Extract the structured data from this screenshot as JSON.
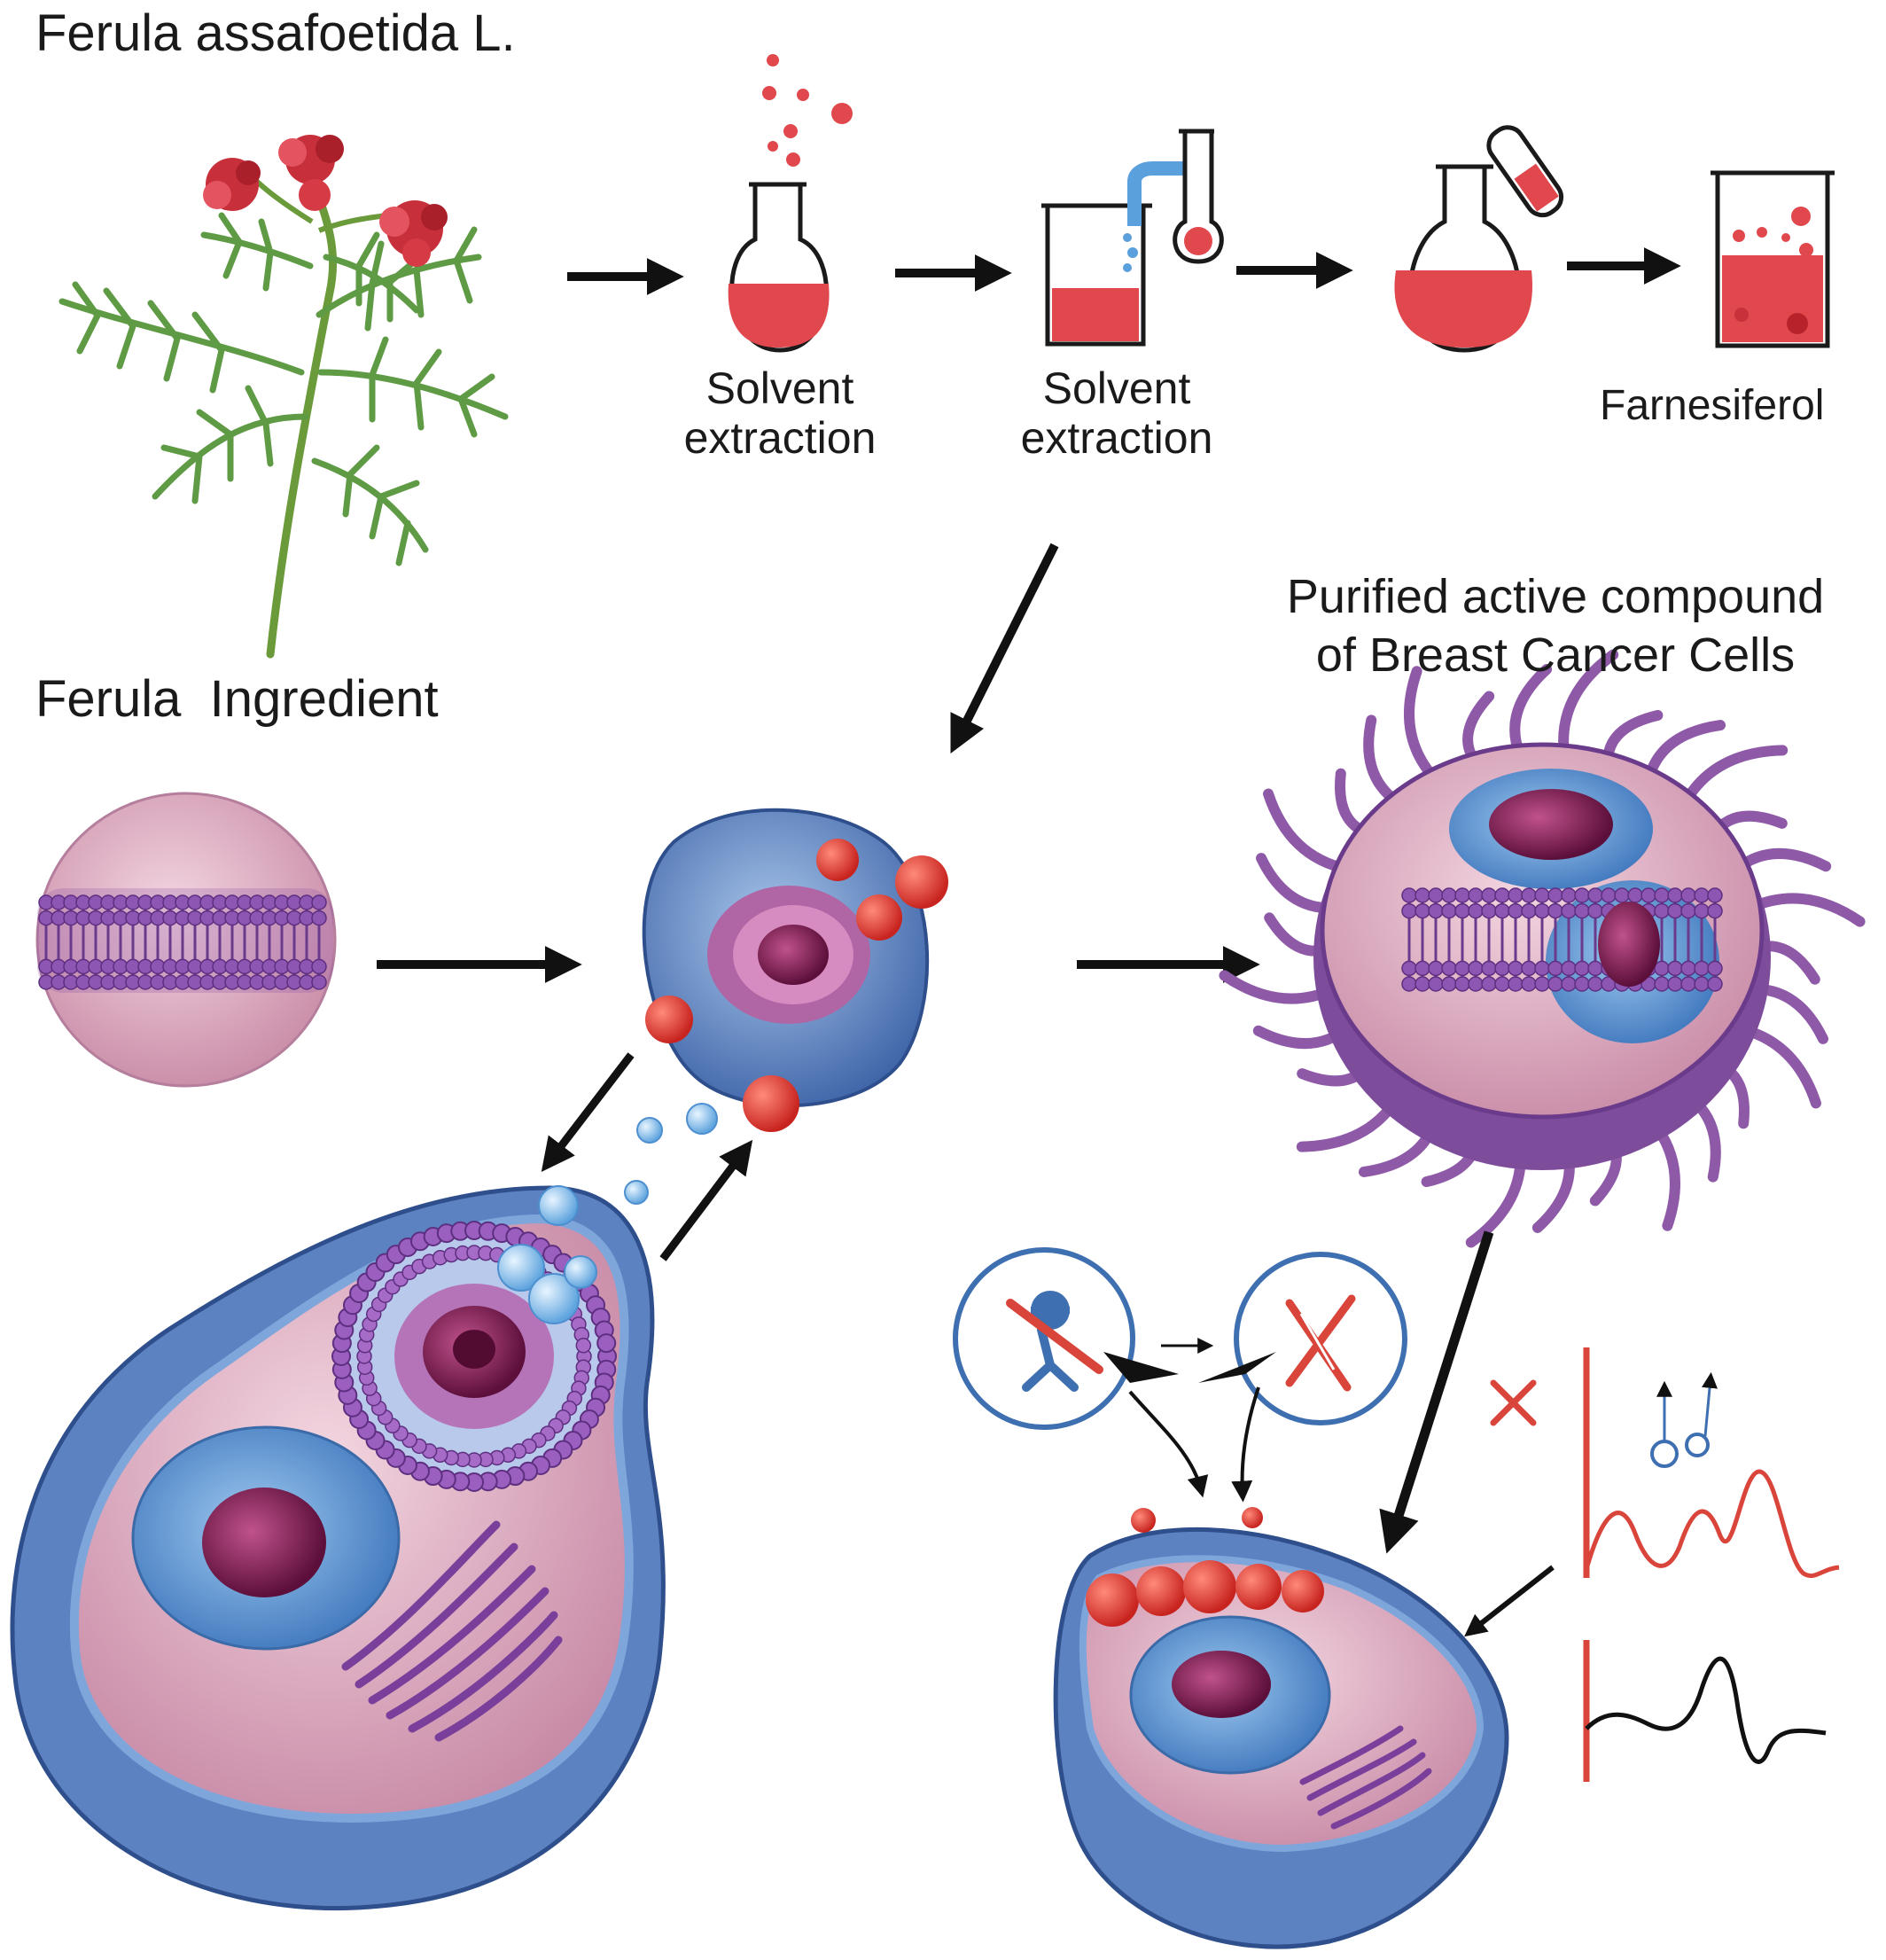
{
  "labels": {
    "plant_name": "Ferula assafoetida L.",
    "ingredient": "Ferula  Ingredient",
    "step1_line1": "Solvent",
    "step1_line2": "extraction",
    "step2_line1": "Solvent",
    "step2_line2": "extraction",
    "product": "Farnesiferol",
    "compound_line1": "Purified active compound",
    "compound_line2": "of Breast Cancer Cells"
  },
  "colors": {
    "arrow": "#111111",
    "stem": "#6b9a3a",
    "leaf": "#5f9a45",
    "flower": "#c7303a",
    "liquid": "#e0484e",
    "membrane_blue": "#4f78b6",
    "cytoplasm_pink": "#d99bb4",
    "nucleus": "#8a1e57",
    "organelle_purple": "#7c4ba3",
    "signal_red": "#d9453a",
    "vesicle_blue": "#8fc3ea"
  },
  "icons": [
    "plant-icon",
    "flask-icon",
    "beaker-icon",
    "test-tube-icon",
    "sphere-cell-icon",
    "blue-cell-icon",
    "cancer-cell-icon",
    "large-cell-icon",
    "signal-circle-icon",
    "crossed-pipette-icon",
    "signal-trace-icon"
  ]
}
